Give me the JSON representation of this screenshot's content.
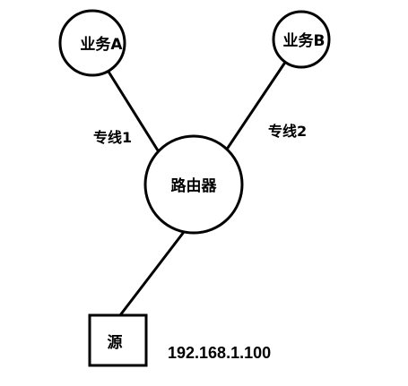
{
  "nodes": {
    "service_a": {
      "label": "业务A"
    },
    "service_b": {
      "label": "业务B"
    },
    "router": {
      "label": "路由器"
    },
    "source": {
      "label": "源"
    }
  },
  "links": {
    "line1": {
      "label": "专线1"
    },
    "line2": {
      "label": "专线2"
    }
  },
  "source_ip": "192.168.1.100"
}
